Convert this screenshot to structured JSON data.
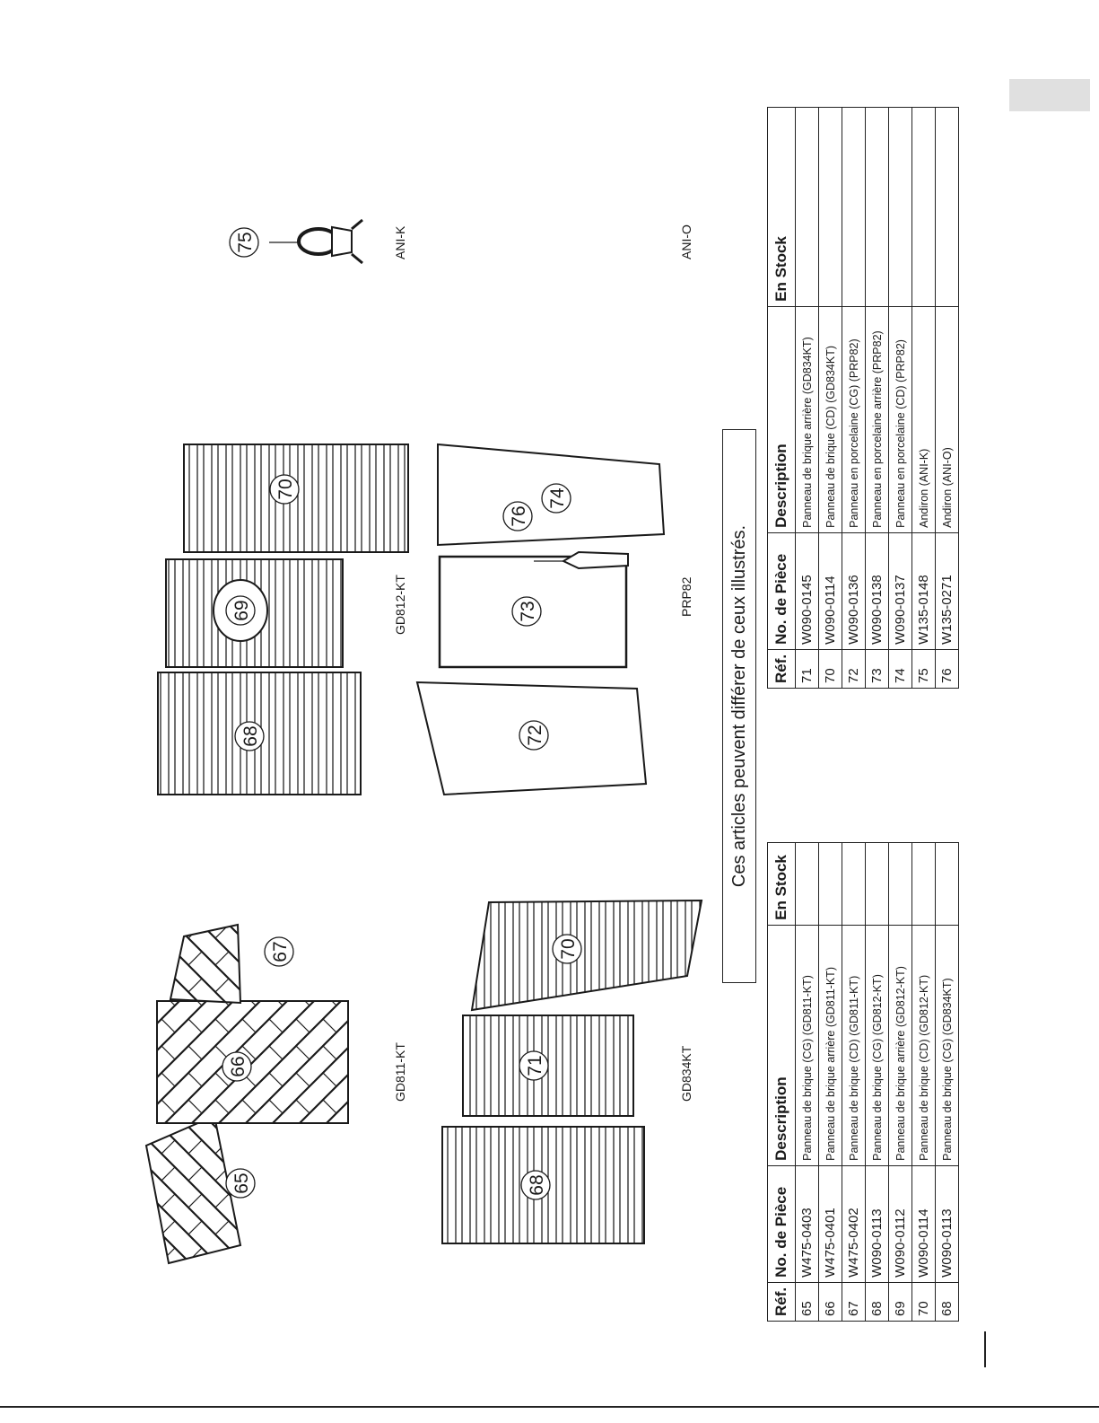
{
  "note": "Ces articles peuvent différer de ceux illustrés.",
  "group_labels": {
    "gd811": "GD811-KT",
    "gd834": "GD834KT",
    "gd812": "GD812-KT",
    "prp82": "PRP82",
    "anik": "ANI-K",
    "anio": "ANI-O"
  },
  "callouts": {
    "c65": "65",
    "c66": "66",
    "c67": "67",
    "c68a": "68",
    "c71": "71",
    "c70a": "70",
    "c68b": "68",
    "c69": "69",
    "c70b": "70",
    "c72": "72",
    "c73": "73",
    "c74": "74",
    "c75": "75",
    "c76": "76"
  },
  "table_left": {
    "headers": [
      "Réf.",
      "No. de Pièce",
      "Description",
      "En Stock"
    ],
    "rows": [
      [
        "65",
        "W475-0403",
        "Panneau de brique (CG) (GD811-KT)",
        ""
      ],
      [
        "66",
        "W475-0401",
        "Panneau de brique arrière (GD811-KT)",
        ""
      ],
      [
        "67",
        "W475-0402",
        "Panneau de brique (CD) (GD811-KT)",
        ""
      ],
      [
        "68",
        "W090-0113",
        "Panneau de brique (CG) (GD812-KT)",
        ""
      ],
      [
        "69",
        "W090-0112",
        "Panneau de brique arrière (GD812-KT)",
        ""
      ],
      [
        "70",
        "W090-0114",
        "Panneau de brique (CD) (GD812-KT)",
        ""
      ],
      [
        "68",
        "W090-0113",
        "Panneau de brique (CG) (GD834KT)",
        ""
      ]
    ]
  },
  "table_right": {
    "headers": [
      "Réf.",
      "No. de Pièce",
      "Description",
      "En Stock"
    ],
    "rows": [
      [
        "71",
        "W090-0145",
        "Panneau de brique arrière (GD834KT)",
        ""
      ],
      [
        "70",
        "W090-0114",
        "Panneau de brique (CD) (GD834KT)",
        ""
      ],
      [
        "72",
        "W090-0136",
        "Panneau en porcelaine (CG) (PRP82)",
        ""
      ],
      [
        "73",
        "W090-0138",
        "Panneau en porcelaine arrière (PRP82)",
        ""
      ],
      [
        "74",
        "W090-0137",
        "Panneau en porcelaine (CD) (PRP82)",
        ""
      ],
      [
        "75",
        "W135-0148",
        "Andiron (ANI-K)",
        ""
      ],
      [
        "76",
        "W135-0271",
        "Andiron (ANI-O)",
        ""
      ]
    ]
  }
}
